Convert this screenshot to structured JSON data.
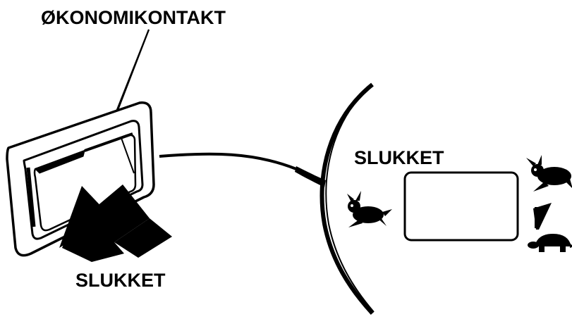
{
  "labels": {
    "economy_switch": "ØKONOMIKONTAKT",
    "off_bottom": "SLUKKET",
    "off_panel": "SLUKKET"
  },
  "icons": {
    "fast": "rabbit-icon",
    "slow": "turtle-icon",
    "ramp": "speed-ramp-icon",
    "press": "press-arrow-icon"
  },
  "colors": {
    "ink": "#000000",
    "paper": "#ffffff"
  }
}
